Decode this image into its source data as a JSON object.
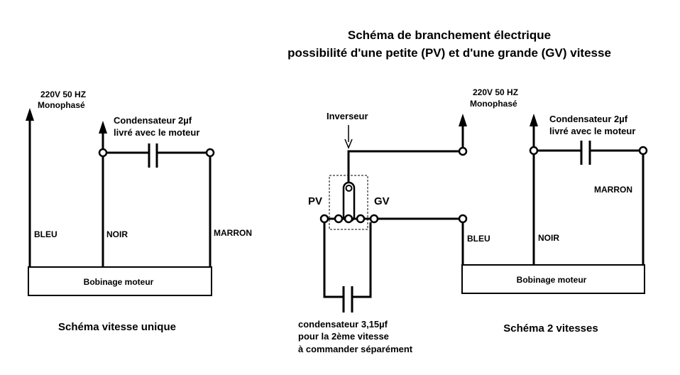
{
  "title": {
    "line1": "Schéma de branchement électrique",
    "line2": "possibilité d'une petite (PV) et d'une grande (GV) vitesse"
  },
  "left": {
    "supply_line1": "220V 50 HZ",
    "supply_line2": "Monophasé",
    "cap_line1": "Condensateur 2µf",
    "cap_line2": "livré avec le moteur",
    "wire_bleu": "BLEU",
    "wire_noir": "NOIR",
    "wire_marron": "MARRON",
    "motor": "Bobinage moteur",
    "caption": "Schéma vitesse unique"
  },
  "middle": {
    "inverseur": "Inverseur",
    "pv": "PV",
    "gv": "GV",
    "cap_line1": "condensateur 3,15µf",
    "cap_line2": "pour la 2ème vitesse",
    "cap_line3": "à commander séparément"
  },
  "right": {
    "supply_line1": "220V 50 HZ",
    "supply_line2": "Monophasé",
    "cap_line1": "Condensateur 2µf",
    "cap_line2": "livré avec le moteur",
    "wire_marron": "MARRON",
    "wire_bleu": "BLEU",
    "wire_noir": "NOIR",
    "motor": "Bobinage moteur",
    "caption": "Schéma 2 vitesses"
  }
}
